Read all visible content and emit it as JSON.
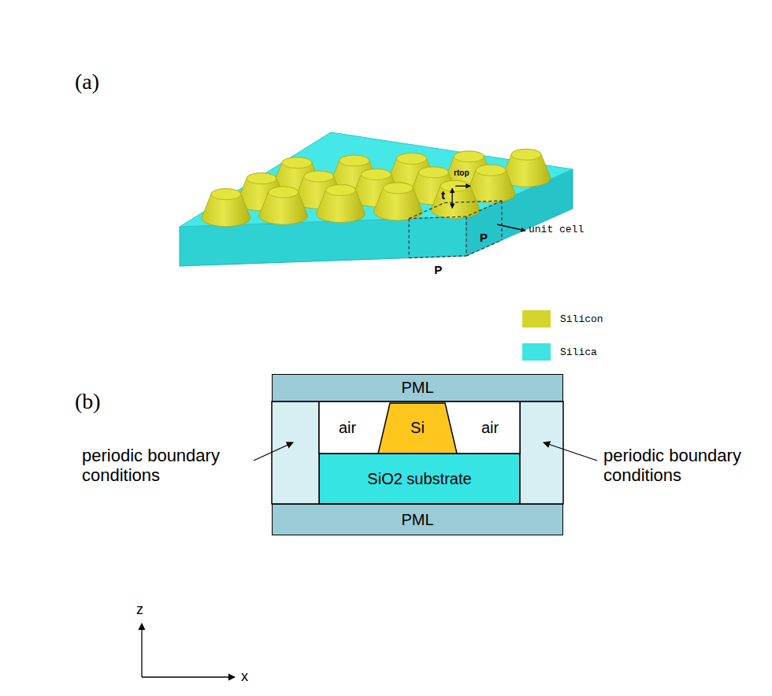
{
  "diagram": {
    "nodes": [
      {
        "text": [
          "PML"
        ]
      },
      {
        "text": [
          "air"
        ]
      },
      {
        "text": [
          "Si"
        ]
      },
      {
        "text": [
          "air"
        ]
      },
      {
        "text": [
          "SiO2 substrate"
        ]
      },
      {
        "text": [
          "PML"
        ]
      }
    ],
    "labels": [
      "(a)",
      "rtop",
      "t",
      "unit cell",
      "P",
      "P",
      "(b)",
      "periodic boundary conditions",
      "periodic boundary conditions",
      "z",
      "x"
    ],
    "legend": [
      {
        "text": "Silicon",
        "color": "#d4d42c"
      },
      {
        "text": "Silica",
        "color": "#3fe3e0"
      }
    ]
  }
}
